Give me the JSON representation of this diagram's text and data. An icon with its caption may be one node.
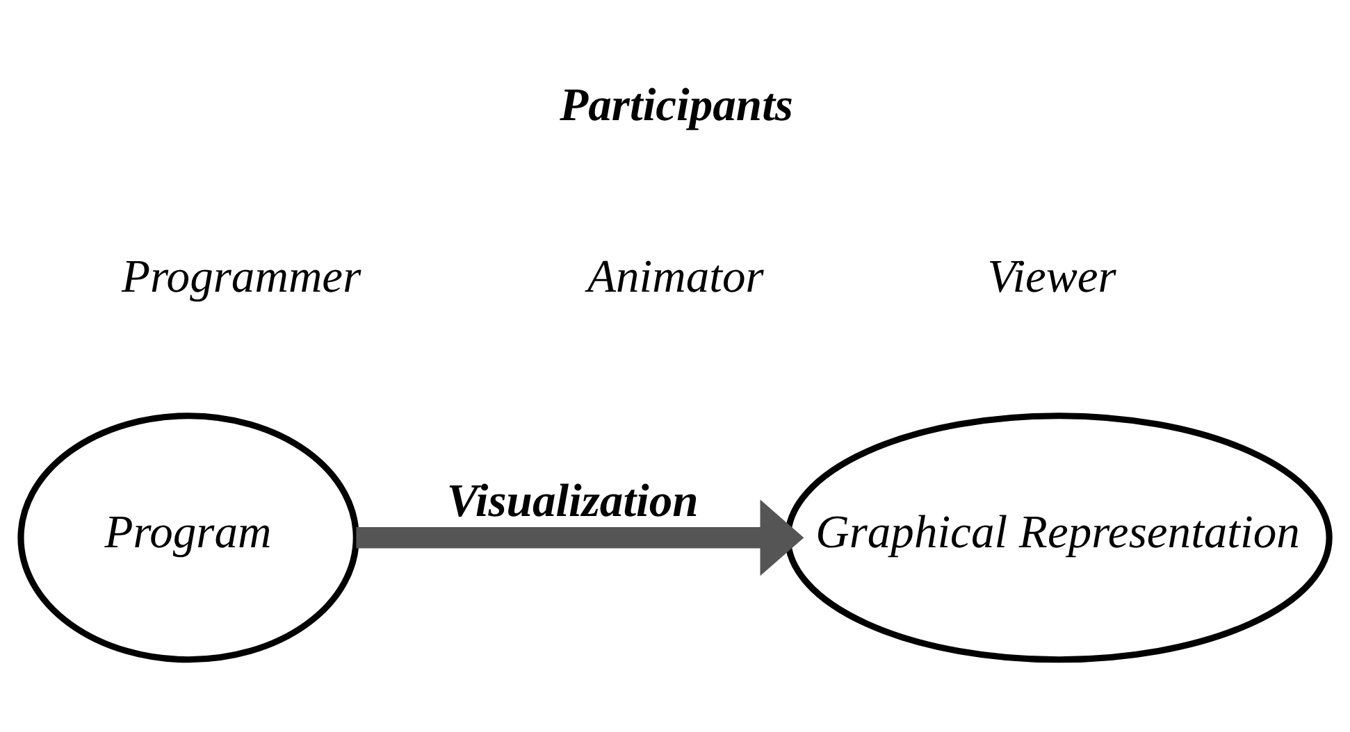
{
  "diagram": {
    "nodes": [
      {
        "text": [
          "Program"
        ]
      },
      {
        "text": [
          "Graphical Representation"
        ]
      }
    ],
    "edges": [
      {
        "from": 0,
        "to": 1,
        "arrow": "to",
        "label": "Visualization"
      }
    ],
    "labels": [
      "Participants",
      "Programmer",
      "Animator",
      "Viewer"
    ]
  }
}
